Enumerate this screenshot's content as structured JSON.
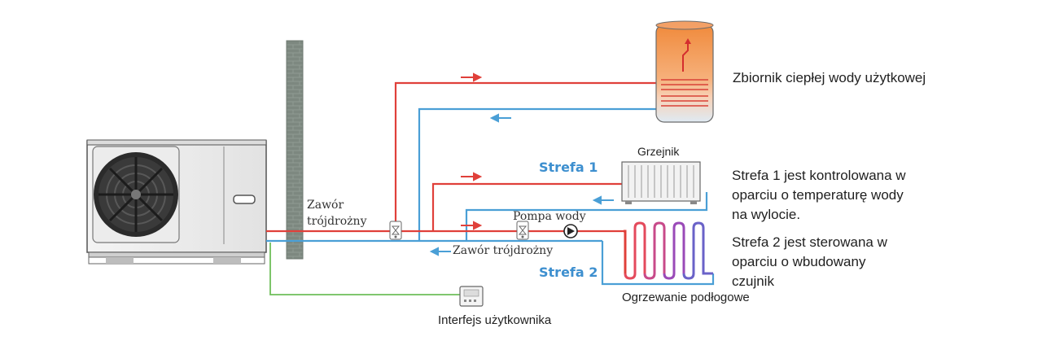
{
  "labels": {
    "tank": "Zbiornik ciepłej wody użytkowej",
    "radiator": "Grzejnik",
    "zone1": "Strefa 1",
    "zone2": "Strefa 2",
    "three_way_valve_wall_line1": "Zawór",
    "three_way_valve_wall_line2": "trójdrożny",
    "pump": "Pompa wody",
    "three_way_valve_lower": "Zawór trójdrożny",
    "floor_heating": "Ogrzewanie podłogowe",
    "user_interface": "Interfejs użytkownika"
  },
  "descriptions": {
    "zone1": [
      "Strefa 1 jest kontrolowana w",
      "oparciu o temperaturę wody",
      "na wylocie."
    ],
    "zone2": [
      "Strefa 2 jest sterowana w",
      "oparciu o wbudowany",
      "czujnik"
    ]
  },
  "colors": {
    "supply": "#e0403a",
    "return": "#4a9fd6",
    "control": "#6fbf5a",
    "zone_label": "#3d8fcf",
    "wall": "#8a948c"
  }
}
